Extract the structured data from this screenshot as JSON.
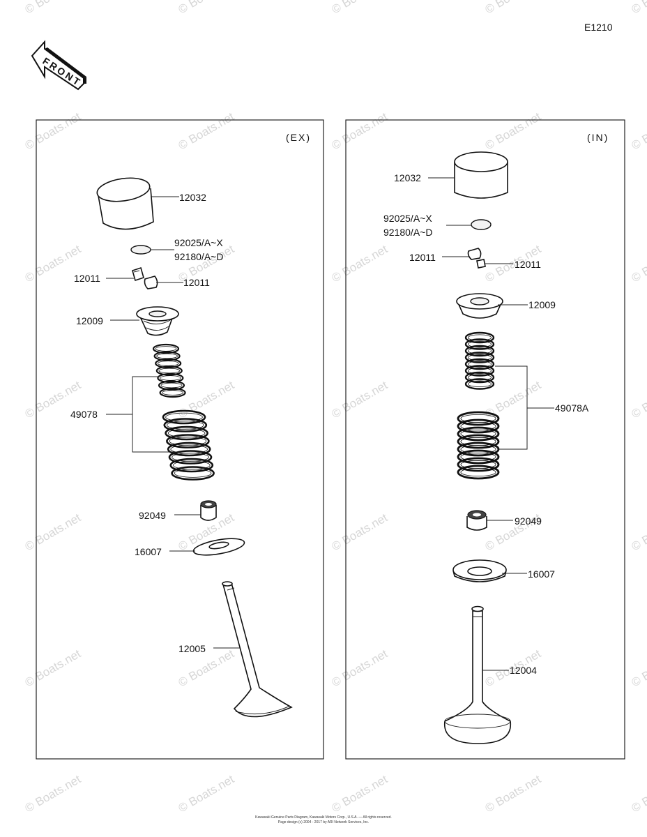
{
  "diagram_code": "E1210",
  "front_label": "FRONT",
  "watermark": "© Boats.net",
  "footer": {
    "line1": "Kawasaki Genuine Parts Diagram, Kawasaki Motors Corp., U.S.A. — All rights reserved.",
    "line2": "Page design (c) 2004 - 2017 by ARI Network Services, Inc."
  },
  "panels": {
    "ex": {
      "title": "(EX)",
      "labels": {
        "tappet": "12032",
        "shim_a": "92025/A~X",
        "shim_b": "92180/A~D",
        "keeper_left": "12011",
        "keeper_right": "12011",
        "retainer": "12009",
        "spring": "49078",
        "seal": "92049",
        "seat": "16007",
        "valve": "12005"
      }
    },
    "in": {
      "title": "(IN)",
      "labels": {
        "tappet": "12032",
        "shim_a": "92025/A~X",
        "shim_b": "92180/A~D",
        "keeper_left": "12011",
        "keeper_right": "12011",
        "retainer": "12009",
        "spring": "49078A",
        "seal": "92049",
        "seat": "16007",
        "valve": "12004"
      }
    }
  }
}
